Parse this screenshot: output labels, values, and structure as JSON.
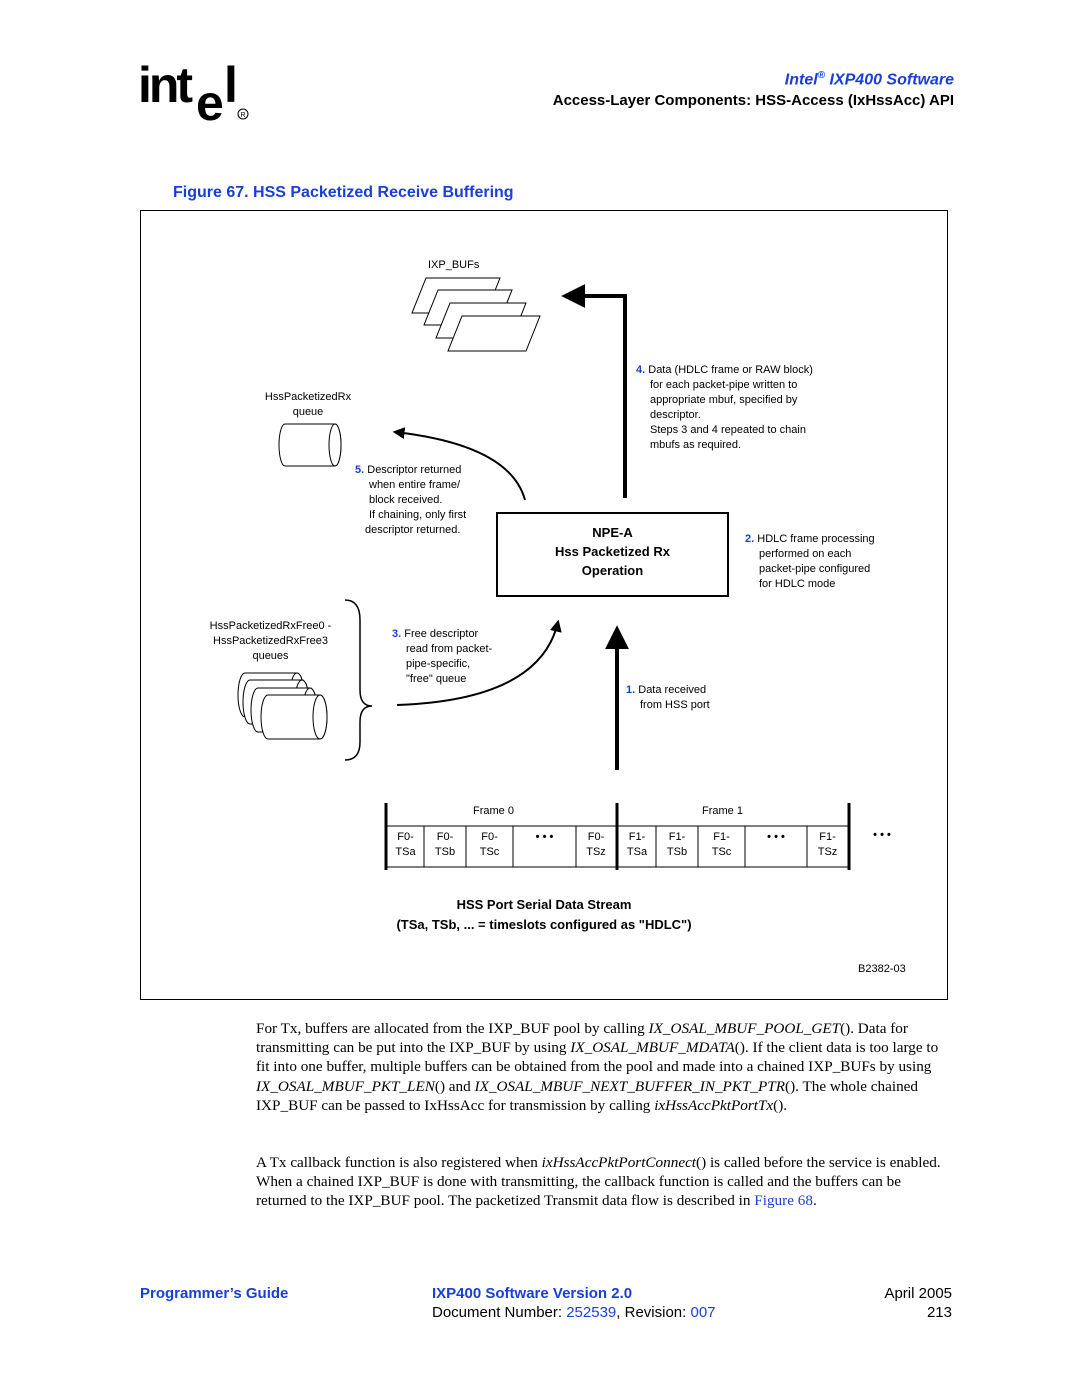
{
  "header": {
    "logo_text": "intel",
    "product_prefix": "Intel",
    "product_reg": "®",
    "product_name": "IXP400 Software",
    "section": "Access-Layer Components: HSS-Access (IxHssAcc) API"
  },
  "figure": {
    "title": "Figure 67. HSS Packetized Receive Buffering",
    "ixp_bufs_label": "IXP_BUFs",
    "rx_queue_label_1": "HssPacketizedRx",
    "rx_queue_label_2": "queue",
    "free_queues_label_1": "HssPacketizedRxFree0 -",
    "free_queues_label_2": "HssPacketizedRxFree3",
    "free_queues_label_3": "queues",
    "step4": {
      "num": "4.",
      "lines": [
        "Data (HDLC frame or RAW block)",
        "for each packet-pipe written to",
        "appropriate mbuf, specified by",
        "descriptor.",
        "Steps 3 and 4 repeated to chain",
        "mbufs as required."
      ]
    },
    "step5": {
      "num": "5.",
      "lines": [
        "Descriptor returned",
        "when entire frame/",
        "block received.",
        "If chaining, only first",
        "descriptor returned."
      ]
    },
    "step2": {
      "num": "2.",
      "lines": [
        "HDLC frame processing",
        "performed on each",
        "packet-pipe configured",
        "for HDLC mode"
      ]
    },
    "step3": {
      "num": "3.",
      "lines": [
        "Free descriptor",
        "read from packet-",
        "pipe-specific,",
        "\"free\" queue"
      ]
    },
    "step1": {
      "num": "1.",
      "lines": [
        "Data received",
        "from HSS port"
      ]
    },
    "npe": {
      "line1": "NPE-A",
      "line2": "Hss Packetized Rx",
      "line3": "Operation"
    },
    "frame0_label": "Frame 0",
    "frame1_label": "Frame 1",
    "slots": [
      {
        "top": "F0-",
        "bottom": "TSa"
      },
      {
        "top": "F0-",
        "bottom": "TSb"
      },
      {
        "top": "F0-",
        "bottom": "TSc"
      },
      {
        "top": "",
        "bottom": "• • •"
      },
      {
        "top": "F0-",
        "bottom": "TSz"
      },
      {
        "top": "F1-",
        "bottom": "TSa"
      },
      {
        "top": "F1-",
        "bottom": "TSb"
      },
      {
        "top": "F1-",
        "bottom": "TSc"
      },
      {
        "top": "",
        "bottom": "• • •"
      },
      {
        "top": "F1-",
        "bottom": "TSz"
      }
    ],
    "trailing_dots": "• • •",
    "caption1": "HSS Port Serial Data Stream",
    "caption2": "(TSa, TSb, ... = timeslots configured as \"HDLC\")",
    "figure_id": "B2382-03"
  },
  "body": {
    "p1_a": "For Tx, buffers are allocated from the IXP_BUF pool by calling ",
    "p1_b": "IX_OSAL_MBUF_POOL_GET",
    "p1_c": "(). Data for transmitting can be put into the IXP_BUF by using ",
    "p1_d": "IX_OSAL_MBUF_MDATA",
    "p1_e": "(). If the client data is too large to fit into one buffer, multiple buffers can be obtained from the pool and made into a chained IXP_BUFs by using ",
    "p1_f": "IX_OSAL_MBUF_PKT_LEN",
    "p1_g": "() and ",
    "p1_h": "IX_OSAL_MBUF_NEXT_BUFFER_IN_PKT_PTR",
    "p1_i": "(). The whole chained IXP_BUF can be passed to IxHssAcc for transmission by calling ",
    "p1_j": "ixHssAccPktPortTx",
    "p1_k": "().",
    "p2_a": "A Tx callback function is also registered when ",
    "p2_b": "ixHssAccPktPortConnect",
    "p2_c": "() is called before the service is enabled. When a chained IXP_BUF is done with transmitting, the callback function is called and the buffers can be returned to the IXP_BUF pool. The packetized Transmit data flow is described in ",
    "p2_link": "Figure 68",
    "p2_d": "."
  },
  "footer": {
    "left": "Programmer’s Guide",
    "center_title": "IXP400 Software Version 2.0",
    "docnum_prefix": "Document Number: ",
    "docnum": "252539",
    "rev_prefix": ", Revision: ",
    "rev": "007",
    "date": "April 2005",
    "page": "213"
  },
  "colors": {
    "accent": "#1a3fd6"
  }
}
